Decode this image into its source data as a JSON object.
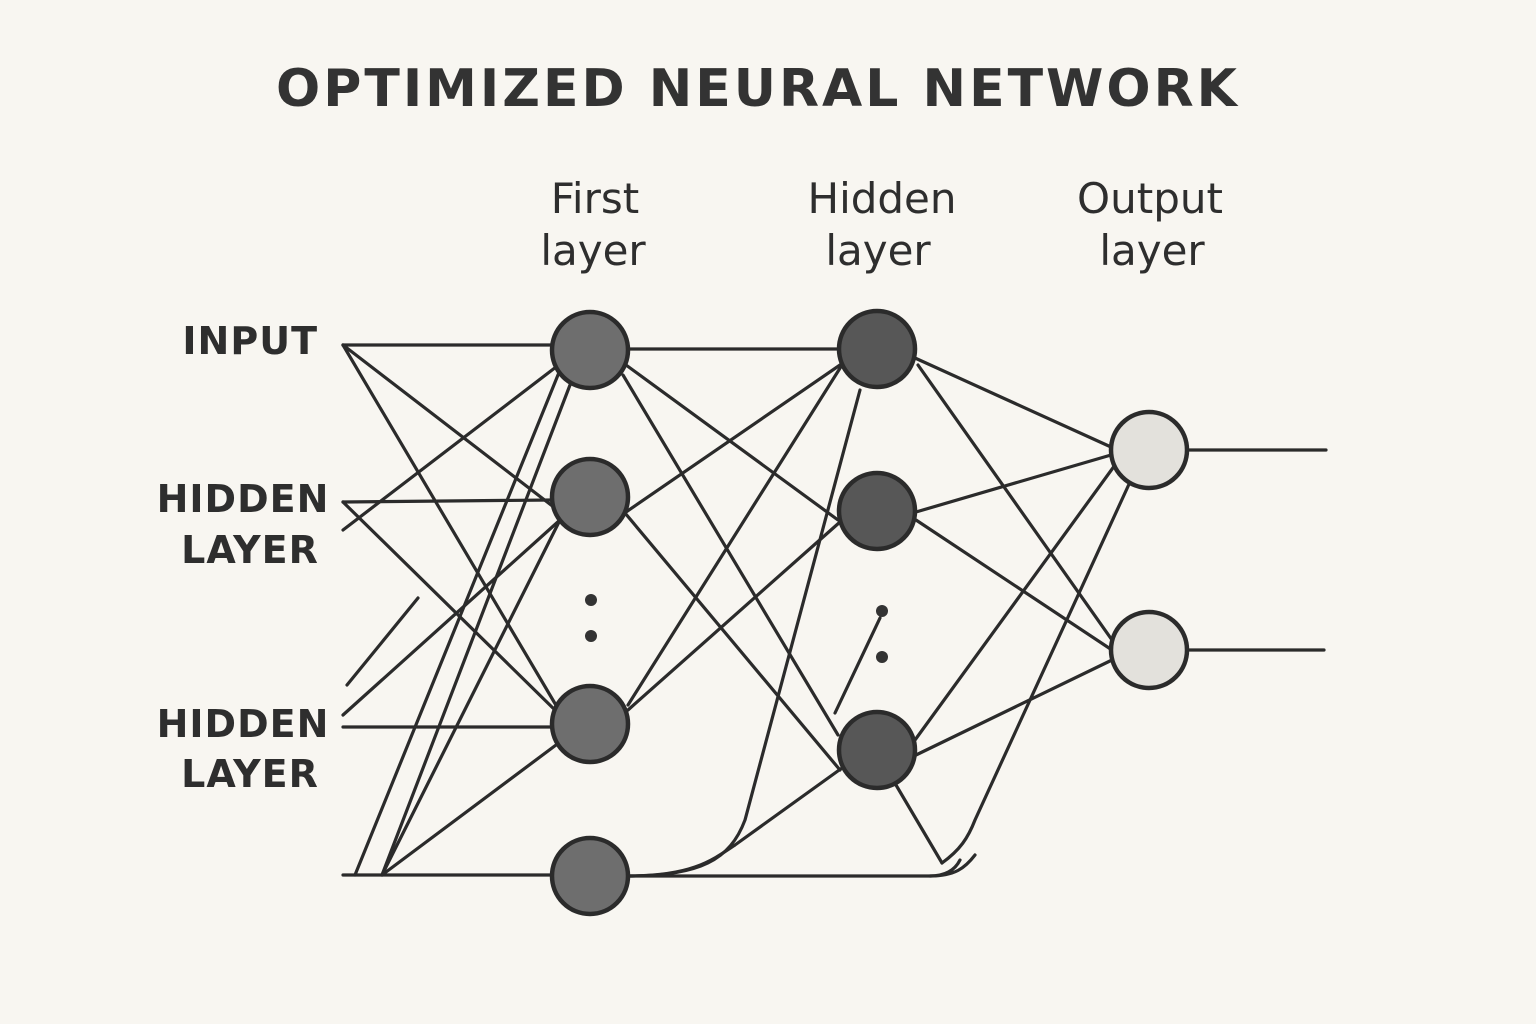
{
  "title": "OPTIMIZED NEURAL NETWORK",
  "column_labels": [
    {
      "line1": "First",
      "line2": "layer"
    },
    {
      "line1": "Hidden",
      "line2": "layer"
    },
    {
      "line1": "Output",
      "line2": "layer"
    }
  ],
  "side_labels": [
    {
      "line1": "INPUT",
      "line2": ""
    },
    {
      "line1": "HIDDEN",
      "line2": "LAYER"
    },
    {
      "line1": "HIDDEN",
      "line2": "LAYER"
    }
  ],
  "colors": {
    "background": "#f8f6f1",
    "first_layer_fill": "#6e6e6e",
    "hidden_layer_fill": "#575757",
    "output_layer_fill": "#e3e1dc",
    "stroke": "#2b2b2b"
  },
  "layers": {
    "first_layer": {
      "visible_nodes": 4,
      "ellipsis": true
    },
    "hidden_layer": {
      "visible_nodes": 3,
      "ellipsis": true
    },
    "output_layer": {
      "visible_nodes": 2,
      "ellipsis": false
    }
  }
}
